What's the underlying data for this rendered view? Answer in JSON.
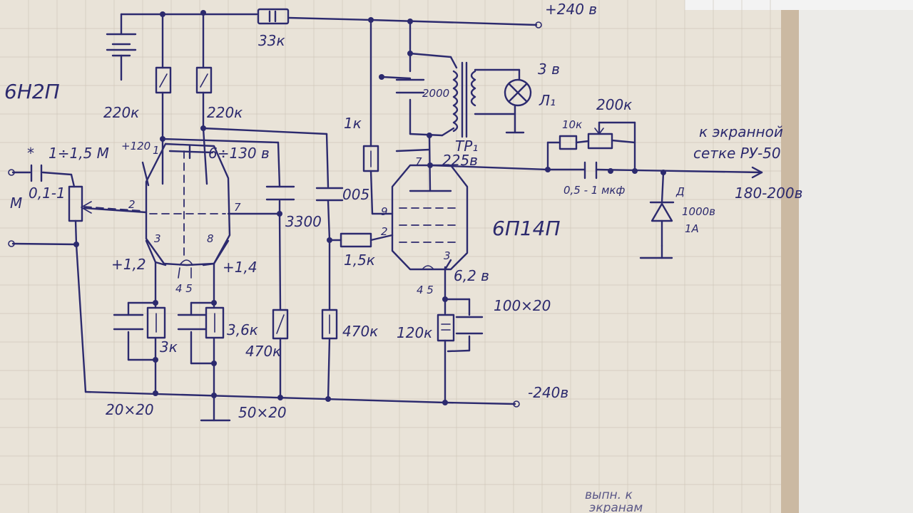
{
  "labels": {
    "plus_240": "+240 в",
    "minus_240": "-240в",
    "r_33k": "33к",
    "tube1": "6Н2П",
    "tube2": "6П14П",
    "r_220k_a": "220к",
    "r_220k_b": "220к",
    "plus_120": "+120",
    "v_6_130": "6÷130 в",
    "pot_1_5m": "1÷1,5 М",
    "m": "М",
    "c_01_1": "0,1-1",
    "cap_2000": "2000",
    "v_3": "3 в",
    "lamp_l1": "Л₁",
    "r_1k": "1к",
    "tr1": "ТР₁",
    "v_225": "225в",
    "r_10k": "10к",
    "r_200k": "200к",
    "to_screen_1": "к экранной",
    "to_screen_2": "сетке РУ-50",
    "c_05_1": "0,5 - 1 мкф",
    "out_180_200": "180-200в",
    "diode_d": "Д",
    "diode_1000": "1000в",
    "diode_1a": "1А",
    "c_3300": "3300",
    "c_005": "005",
    "r_15k": "1,5к",
    "pin9": "9",
    "pin2b": "2",
    "pin7b": "7",
    "pin3b": "3",
    "pins45b": "4 5",
    "v_62": "6,2 в",
    "c_100x20": "100×20",
    "r_120k": "120к",
    "r_470k_a": "470к",
    "r_470k_b": "470к",
    "r_36k": "3,6к",
    "r_3k": "3к",
    "v_12": "+1,2",
    "v_14": "+1,4",
    "pin1": "1",
    "pin2a": "2",
    "pin7a": "7",
    "pin3a": "3",
    "pin8a": "8",
    "pins45a": "4   5",
    "c_20x20": "20×20",
    "c_50x20": "50×20",
    "star": "*",
    "footnote_1": "выпн. к",
    "footnote_2": "экранам"
  }
}
